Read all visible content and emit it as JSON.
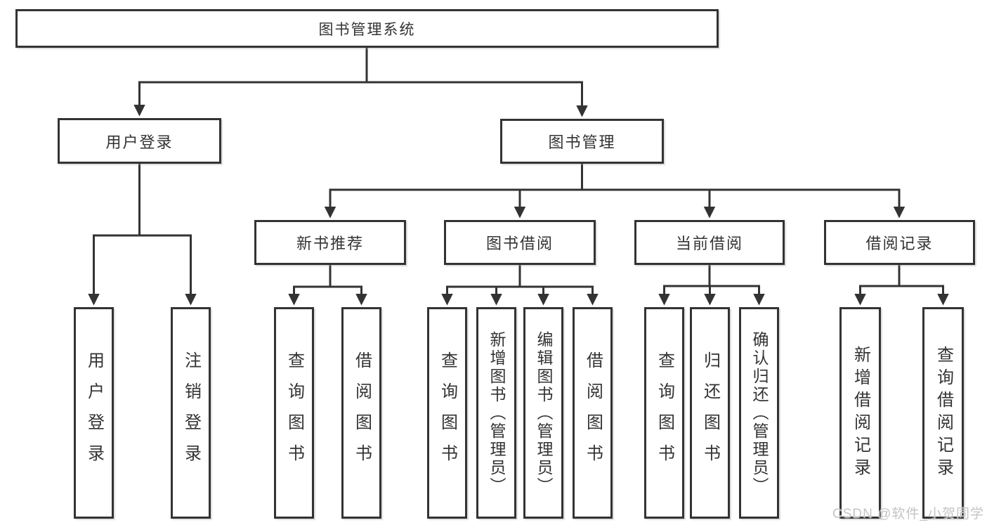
{
  "diagram": {
    "type": "hierarchy-tree",
    "root": {
      "label": "图书管理系统"
    },
    "branches": [
      {
        "label": "用户登录",
        "children": [
          {
            "label": "用户登录"
          },
          {
            "label": "注销登录"
          }
        ]
      },
      {
        "label": "图书管理",
        "children": [
          {
            "label": "新书推荐",
            "children": [
              {
                "label": "查询图书"
              },
              {
                "label": "借阅图书"
              }
            ]
          },
          {
            "label": "图书借阅",
            "children": [
              {
                "label": "查询图书"
              },
              {
                "label": "新增图书（管理员）"
              },
              {
                "label": "编辑图书（管理员）"
              },
              {
                "label": "借阅图书"
              }
            ]
          },
          {
            "label": "当前借阅",
            "children": [
              {
                "label": "查询图书"
              },
              {
                "label": "归还图书"
              },
              {
                "label": "确认归还（管理员）"
              }
            ]
          },
          {
            "label": "借阅记录",
            "children": [
              {
                "label": "新增借阅记录"
              },
              {
                "label": "查询借阅记录"
              }
            ]
          }
        ]
      }
    ]
  },
  "watermark": {
    "text": "CSDN @软件_小贺同学"
  },
  "colors": {
    "line": "#333333",
    "text": "#333333",
    "box_background": "#ffffff",
    "page_background": "#ffffff",
    "watermark": "#c4c4c4"
  }
}
